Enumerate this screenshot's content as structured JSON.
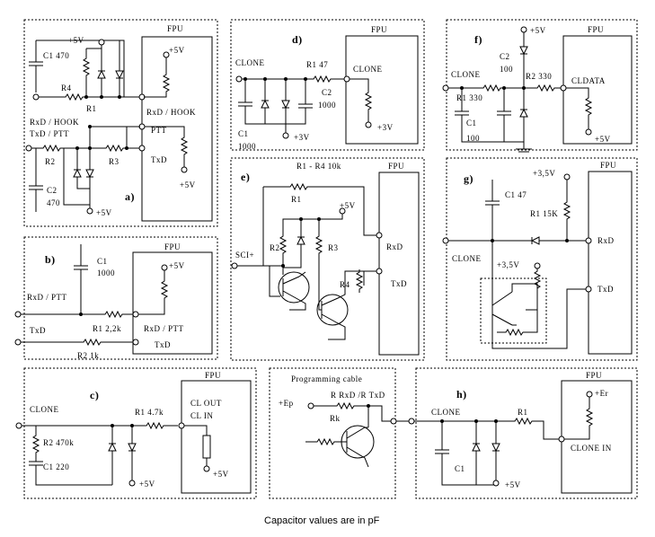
{
  "caption": "Capacitor values are in pF",
  "a": {
    "letter": "a)",
    "fpu": "FPU",
    "v1": "+5V",
    "v2": "+5V",
    "v3": "+5V",
    "v4": "+5V",
    "c1": "C1 470",
    "r4": "R4",
    "r1": "R1",
    "rxd_hook_left": "RxD / HOOK",
    "rxd_hook_right": "RxD / HOOK",
    "txd_ptt": "TxD / PTT",
    "ptt": "PTT",
    "r2": "R2",
    "r3": "R3",
    "txd": "TxD",
    "c2": "C2",
    "c2v": "470"
  },
  "b": {
    "letter": "b)",
    "fpu": "FPU",
    "v": "+5V",
    "c1": "C1",
    "c1v": "1000",
    "rxd_ptt_left": "RxD / PTT",
    "rxd_ptt_right": "RxD / PTT",
    "txd_left": "TxD",
    "txd_right": "TxD",
    "r1": "R1 2,2k",
    "r2": "R2 1k"
  },
  "c": {
    "letter": "c)",
    "fpu": "FPU",
    "clone": "CLONE",
    "r1": "R1 4.7k",
    "clout": "CL OUT",
    "clin": "CL IN",
    "r2": "R2 470k",
    "c1": "C1 220",
    "v1": "+5V",
    "v2": "+5V"
  },
  "d": {
    "letter": "d)",
    "fpu": "FPU",
    "clone_left": "CLONE",
    "clone_right": "CLONE",
    "r1": "R1 47",
    "c2": "C2",
    "c2v": "1000",
    "c1": "C1",
    "c1v": "1000",
    "v1": "+3V",
    "v2": "+3V"
  },
  "e": {
    "letter": "e)",
    "fpu": "FPU",
    "rtitle": "R1 - R4 10k",
    "r1": "R1",
    "v": "+5V",
    "sci": "SCI+",
    "r2": "R2",
    "r3": "R3",
    "r4": "R4",
    "rxd": "RxD",
    "txd": "TxD"
  },
  "f": {
    "letter": "f)",
    "fpu": "FPU",
    "v1": "+5V",
    "c2": "C2",
    "c2v": "100",
    "r2": "R2 330",
    "clone": "CLONE",
    "r1": "R1 330",
    "cldata": "CLDATA",
    "c1": "C1",
    "c1v": "100",
    "v2": "+5V"
  },
  "g": {
    "letter": "g)",
    "fpu": "FPU",
    "c1": "C1 47",
    "v1": "+3,5V",
    "r1": "R1 15K",
    "clone": "CLONE",
    "v2": "+3,5V",
    "rxd": "RxD",
    "txd": "TxD"
  },
  "h": {
    "letter": "h)",
    "fpu": "FPU",
    "prog": "Programming cable",
    "ep": "+Ep",
    "rrxd": "R RxD /R TxD",
    "rk": "Rk",
    "clone": "CLONE",
    "r1": "R1",
    "er": "+Er",
    "c1": "C1",
    "v": "+5V",
    "clonein": "CLONE IN"
  }
}
